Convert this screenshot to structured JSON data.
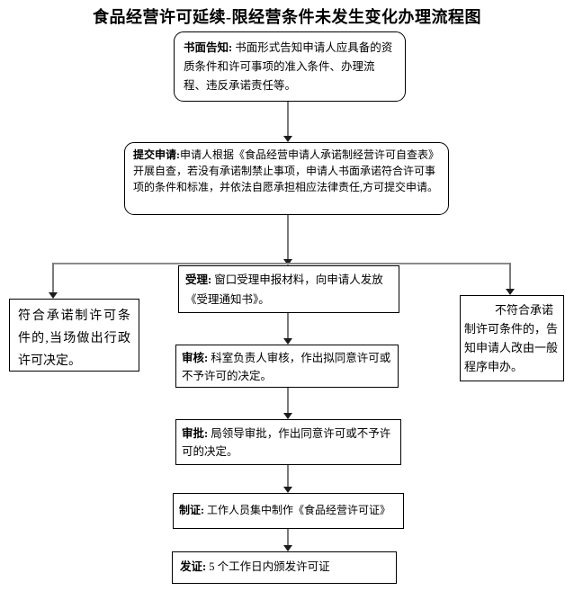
{
  "title": "食品经营许可延续-限经营条件未发生变化办理流程图",
  "nodes": {
    "notify": {
      "label": "书面告知: ",
      "text": "书面形式告知申请人应具备的资质条件和许可事项的准入条件、办理流程、违反承诺责任等。"
    },
    "submit": {
      "label": "提交申请:",
      "text": "申请人根据《食品经营申请人承诺制经营许可自查表》开展自查，若没有承诺制禁止事项，申请人书面承诺符合许可事项的条件和标准，并依法自愿承担相应法律责任,方可提交申请。"
    },
    "accept": {
      "label": "受理: ",
      "text": "窗口受理申报材料，向申请人发放《受理通知书》。"
    },
    "comply": {
      "text": "符合承诺制许可条件的,当场做出行政许可决定。"
    },
    "noncomply": {
      "text": "不符合承诺制许可条件的，告知申请人改由一般程序申办。"
    },
    "review": {
      "label": "审核: ",
      "text": "科室负责人审核，作出拟同意许可或不予许可的决定。"
    },
    "approve": {
      "label": "审批: ",
      "text": "局领导审批，作出同意许可或不予许可的决定。"
    },
    "produce": {
      "label": "制证: ",
      "text": "工作人员集中制作《食品经营许可证》"
    },
    "issue": {
      "label": "发证: ",
      "text": "5 个工作日内颁发许可证"
    }
  },
  "colors": {
    "background": "#ffffff",
    "text": "#000000",
    "node_border": "#000000",
    "connector_line": "#7a7a7a",
    "arrowhead": "#1c1c1c"
  }
}
